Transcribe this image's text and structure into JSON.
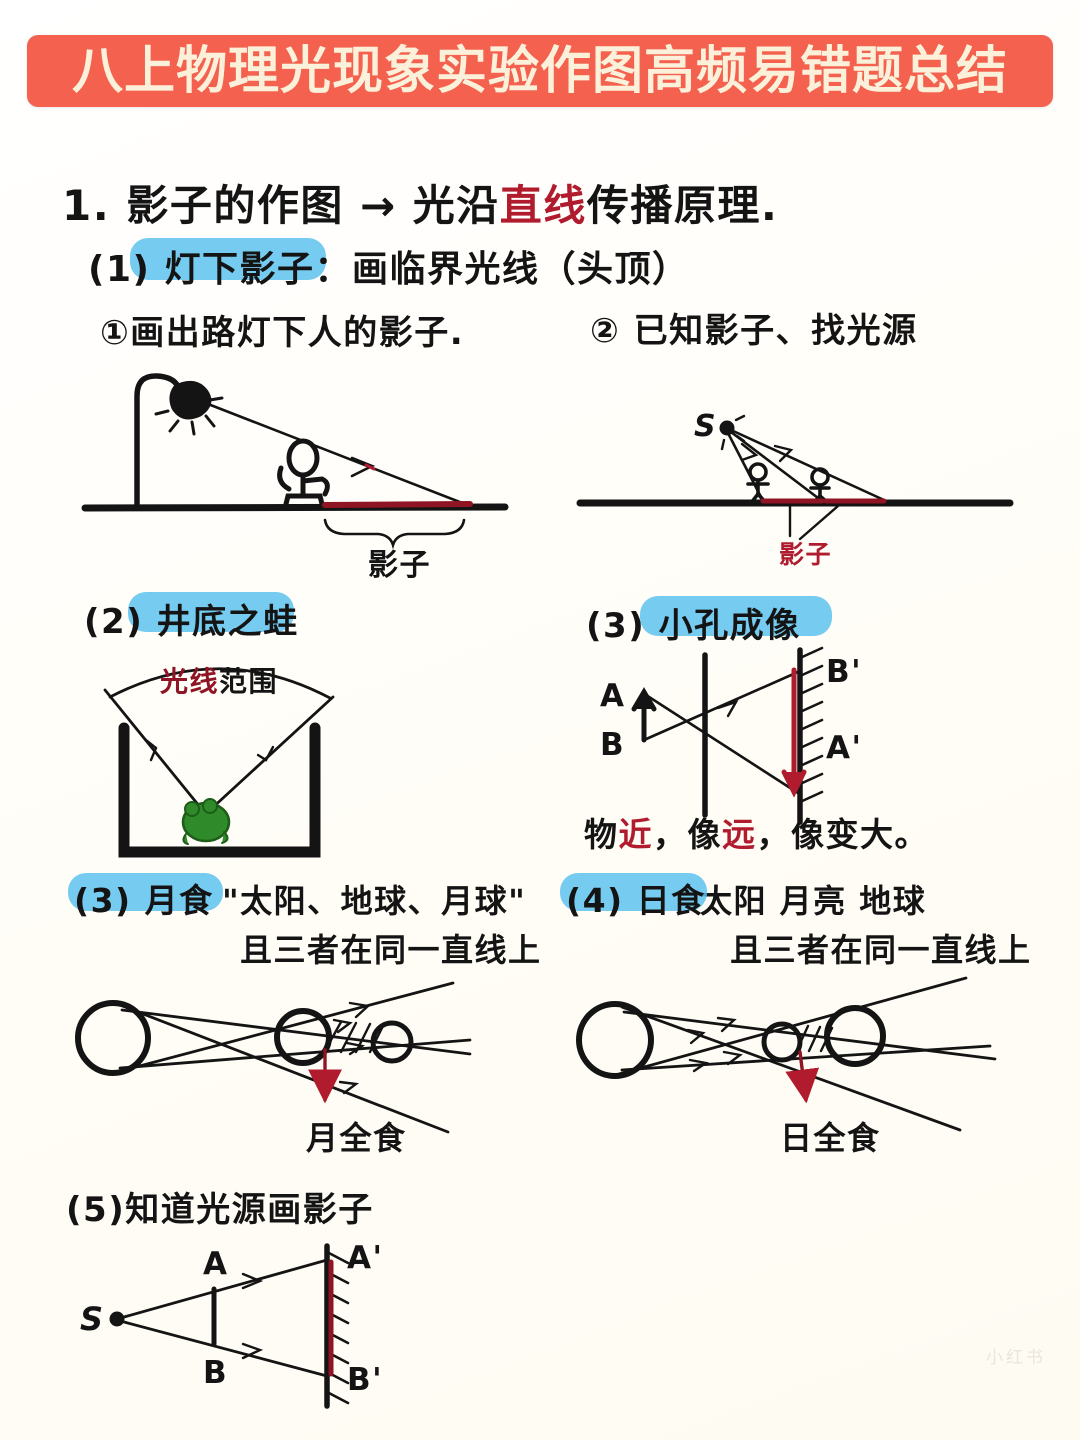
{
  "banner": {
    "title": "八上物理光现象实验作图高频易错题总结",
    "bg_color": "#f4614e",
    "text_color": "#fbf0d9"
  },
  "colors": {
    "ink": "#141414",
    "red": "#b01b2e",
    "dark_red": "#8f1524",
    "highlight_blue": "#5fc3f0",
    "frog_green": "#2f8b2a",
    "page_bg": "#fffef9"
  },
  "sections": {
    "heading1": {
      "number": "1.",
      "text": "影子的作图",
      "arrow": "→",
      "principle_a": "光沿",
      "principle_b": "直线",
      "principle_c": "传播原理."
    },
    "sub1": {
      "number": "(1)",
      "highlight_label": "灯下影子",
      "rest": "：画临界光线（头顶）"
    },
    "item1": {
      "marker": "①",
      "text": "画出路灯下人的影子."
    },
    "item2": {
      "marker": "②",
      "text": "已知影子、找光源"
    },
    "sub2": {
      "number": "(2)",
      "highlight_label": "井底之蛙",
      "arc_label_red": "光线",
      "arc_label_black": "范围"
    },
    "sub3": {
      "number": "(3)",
      "highlight_label": "小孔成像",
      "object_top": "A",
      "object_bottom": "B",
      "image_top": "B'",
      "image_bottom": "A'",
      "note_a": "物",
      "note_a_red": "近",
      "note_b": "，像",
      "note_b_red": "远",
      "note_c": "，像变大。"
    },
    "sub4": {
      "number": "(3)",
      "highlight_label": "月食",
      "bodies": "\"太阳、地球、月球\"",
      "condition": "且三者在同一直线上",
      "diagram_label": "月全食"
    },
    "sub5": {
      "number": "(4)",
      "highlight_label": "日食",
      "bodies": "太阳  月亮  地球",
      "condition": "且三者在同一直线上",
      "diagram_label": "日全食"
    },
    "sub6": {
      "number": "(5)",
      "text": "知道光源画影子",
      "source_label": "S",
      "object_top": "A",
      "object_bottom": "B",
      "shadow_top": "A'",
      "shadow_bottom": "B'"
    }
  },
  "diagrams": {
    "lamp_shadow": {
      "shadow_brace_label": "影子"
    },
    "find_source": {
      "source_label": "S",
      "shadow_label": "影子"
    }
  },
  "watermark": "小红书"
}
